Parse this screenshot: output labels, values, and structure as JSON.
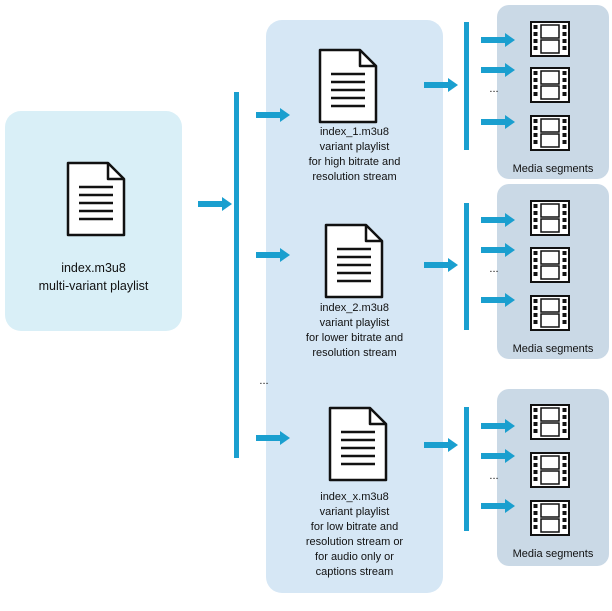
{
  "master": {
    "filename": "index.m3u8",
    "description": "multi-variant playlist",
    "icon": "document-icon"
  },
  "ellipsis": "...",
  "variants": [
    {
      "filename": "index_1.m3u8",
      "lines": [
        "variant playlist",
        "for high bitrate and",
        "resolution stream"
      ],
      "segments_label": "Media segments"
    },
    {
      "filename": "index_2.m3u8",
      "lines": [
        "variant playlist",
        "for lower bitrate and",
        "resolution stream"
      ],
      "segments_label": "Media segments"
    },
    {
      "filename": "index_x.m3u8",
      "lines": [
        "variant playlist",
        "for low bitrate and",
        "resolution stream or",
        "for audio only or",
        "captions stream"
      ],
      "segments_label": "Media segments"
    }
  ],
  "colors": {
    "master_box": "#d9eff7",
    "variant_box": "#d6e7f5",
    "segment_box": "#cad9e6",
    "accent": "#1a9fcf",
    "icon_stroke": "#111111"
  }
}
